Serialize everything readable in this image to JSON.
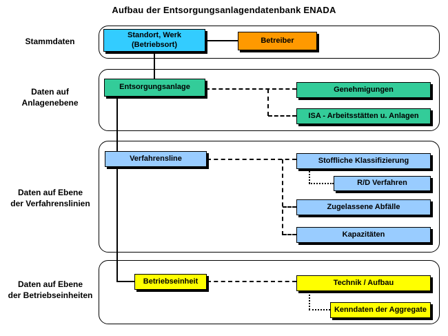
{
  "title": "Aufbau der Entsorgungsanlagendatenbank ENADA",
  "colors": {
    "cyan": "#33CCFF",
    "orange": "#FF9900",
    "green": "#33CC99",
    "light_blue": "#99CCFF",
    "yellow": "#FFFF00",
    "line": "#000000",
    "background": "#FFFFFF"
  },
  "sections": {
    "stammdaten": {
      "label": "Stammdaten",
      "boxes": {
        "standort": {
          "line1": "Standort, Werk",
          "line2": "(Betriebsort)",
          "color": "#33CCFF"
        },
        "betreiber": {
          "label": "Betreiber",
          "color": "#FF9900"
        }
      }
    },
    "anlagenebene": {
      "label1": "Daten auf",
      "label2": "Anlagenebene",
      "boxes": {
        "entsorgungsanlage": {
          "label": "Entsorgungsanlage",
          "color": "#33CC99"
        },
        "genehmigungen": {
          "label": "Genehmigungen",
          "color": "#33CC99"
        },
        "isa": {
          "label": "ISA - Arbeitsstätten u. Anlagen",
          "color": "#33CC99"
        }
      }
    },
    "verfahrenslinien": {
      "label1": "Daten auf Ebene",
      "label2": "der Verfahrenslinien",
      "boxes": {
        "verfahrensline": {
          "label": "Verfahrensline",
          "color": "#99CCFF"
        },
        "stoffliche_klassifizierung": {
          "label": "Stoffliche Klassifizierung",
          "color": "#99CCFF"
        },
        "rd_verfahren": {
          "label": "R/D Verfahren",
          "color": "#99CCFF"
        },
        "zugelassene_abfaelle": {
          "label": "Zugelassene Abfälle",
          "color": "#99CCFF"
        },
        "kapazitaeten": {
          "label": "Kapazitäten",
          "color": "#99CCFF"
        }
      }
    },
    "betriebseinheiten": {
      "label1": "Daten auf Ebene",
      "label2": "der Betriebseinheiten",
      "boxes": {
        "betriebseinheit": {
          "label": "Betriebseinheit",
          "color": "#FFFF00"
        },
        "technik_aufbau": {
          "label": "Technik / Aufbau",
          "color": "#FFFF00"
        },
        "kenndaten_aggregate": {
          "label": "Kenndaten der Aggregate",
          "color": "#FFFF00"
        }
      }
    }
  }
}
